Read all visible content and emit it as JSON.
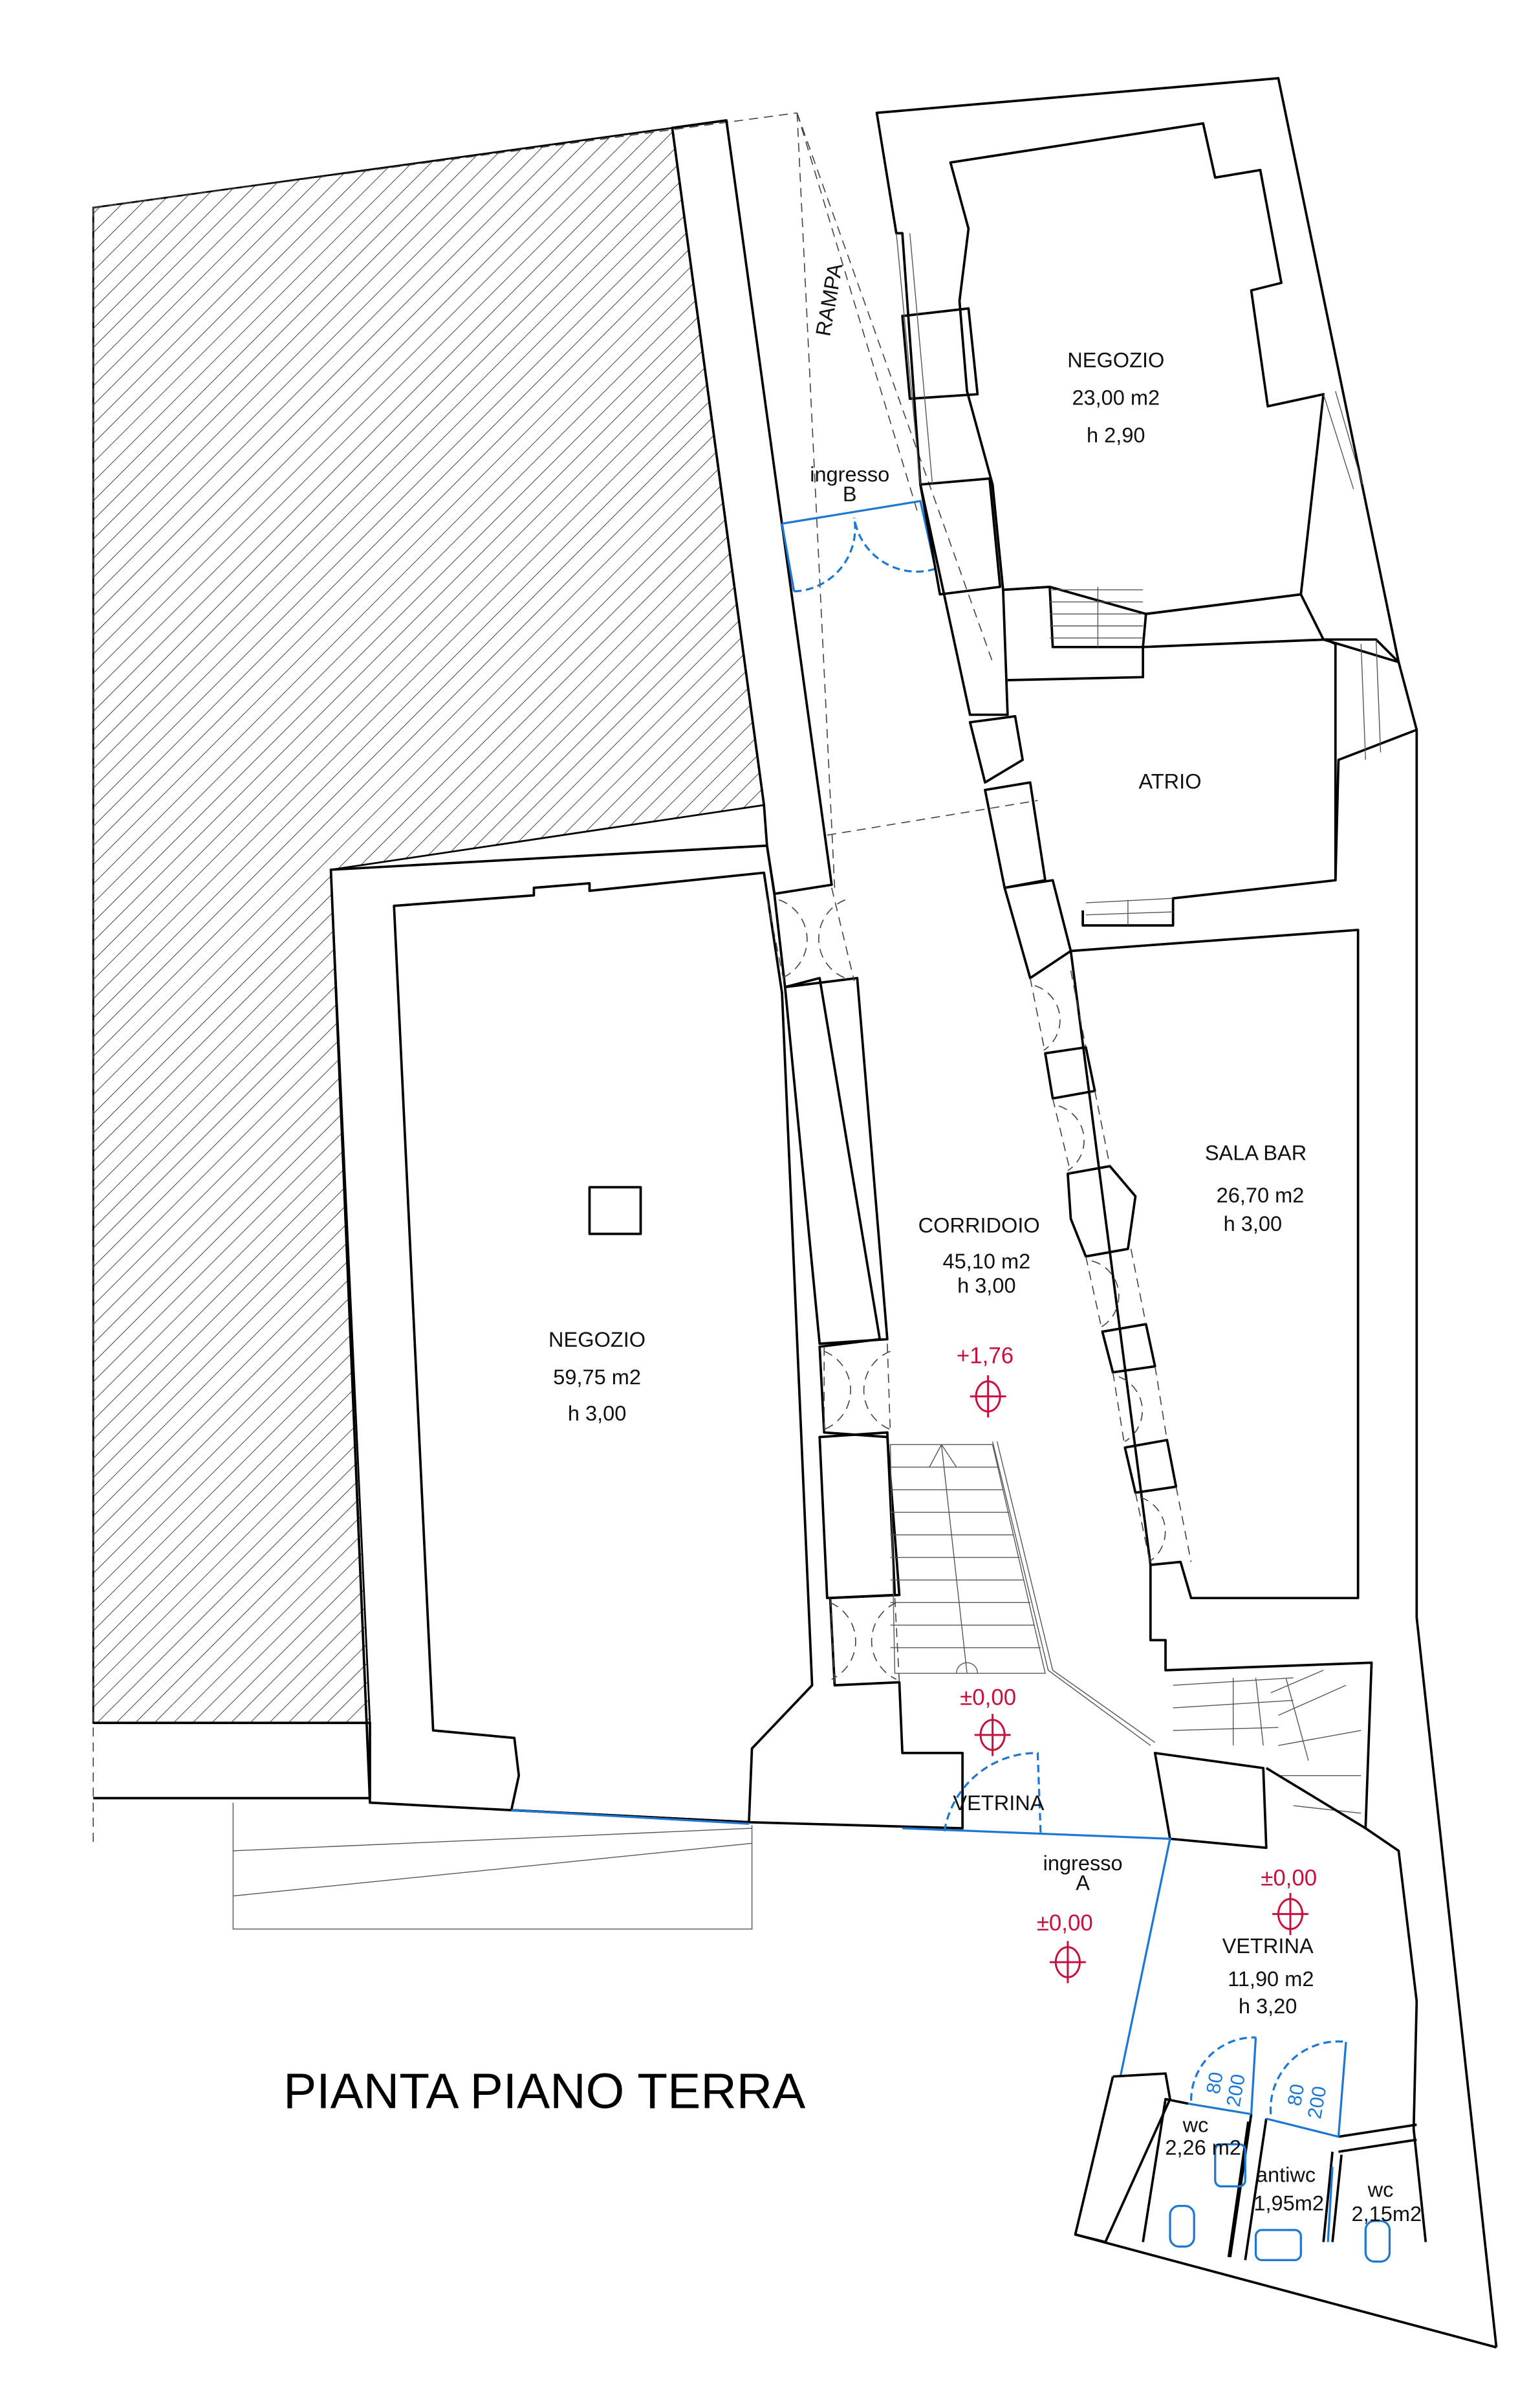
{
  "title": "PIANTA PIANO TERRA",
  "colors": {
    "walls": "#000000",
    "doors": "#1e78d2",
    "levels": "#c8103c",
    "hatch": "#333333"
  },
  "labels": {
    "rampa": "RAMPA",
    "ingresso_b": {
      "line1": "ingresso",
      "line2": "B"
    },
    "ingresso_a": {
      "line1": "ingresso",
      "line2": "A"
    },
    "vetrina_door": "VETRINA",
    "atrio": "ATRIO"
  },
  "rooms": [
    {
      "name": "NEGOZIO",
      "area": "23,00  m2",
      "height": "h  2,90"
    },
    {
      "name": "NEGOZIO",
      "area": "59,75  m2",
      "height": "h  3,00"
    },
    {
      "name": "CORRIDOIO",
      "area": "45,10  m2",
      "height": "h  3,00"
    },
    {
      "name": "SALA BAR",
      "area": "26,70  m2",
      "height": "h  3,00"
    },
    {
      "name": "VETRINA",
      "area": "11,90  m2",
      "height": "h  3,20"
    },
    {
      "name": "wc",
      "area": "2,26  m2"
    },
    {
      "name": "antiwc",
      "area": "1,95m2"
    },
    {
      "name": "wc",
      "area": "2,15m2"
    }
  ],
  "levels": [
    "+1,76",
    "±0,00",
    "±0,00",
    "±0,00"
  ],
  "doors": [
    {
      "width": "80",
      "height": "200"
    },
    {
      "width": "80",
      "height": "200"
    }
  ]
}
